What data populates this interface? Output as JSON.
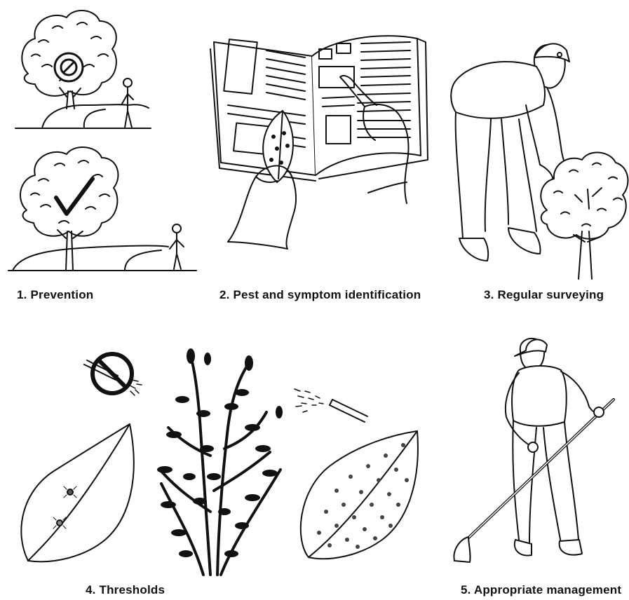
{
  "panels": [
    {
      "id": "prevention",
      "caption": "1. Prevention",
      "icon": "tree-hose-prohibited-and-approved-icon"
    },
    {
      "id": "identification",
      "caption": "2. Pest and symptom identification",
      "icon": "book-leaf-hands-icon"
    },
    {
      "id": "surveying",
      "caption": "3. Regular surveying",
      "icon": "man-inspecting-shrub-icon"
    },
    {
      "id": "thresholds",
      "caption": "4. Thresholds",
      "icon": "leaves-rose-sprayer-icon"
    },
    {
      "id": "management",
      "caption": "5. Appropriate management",
      "icon": "man-with-hoe-icon"
    }
  ]
}
